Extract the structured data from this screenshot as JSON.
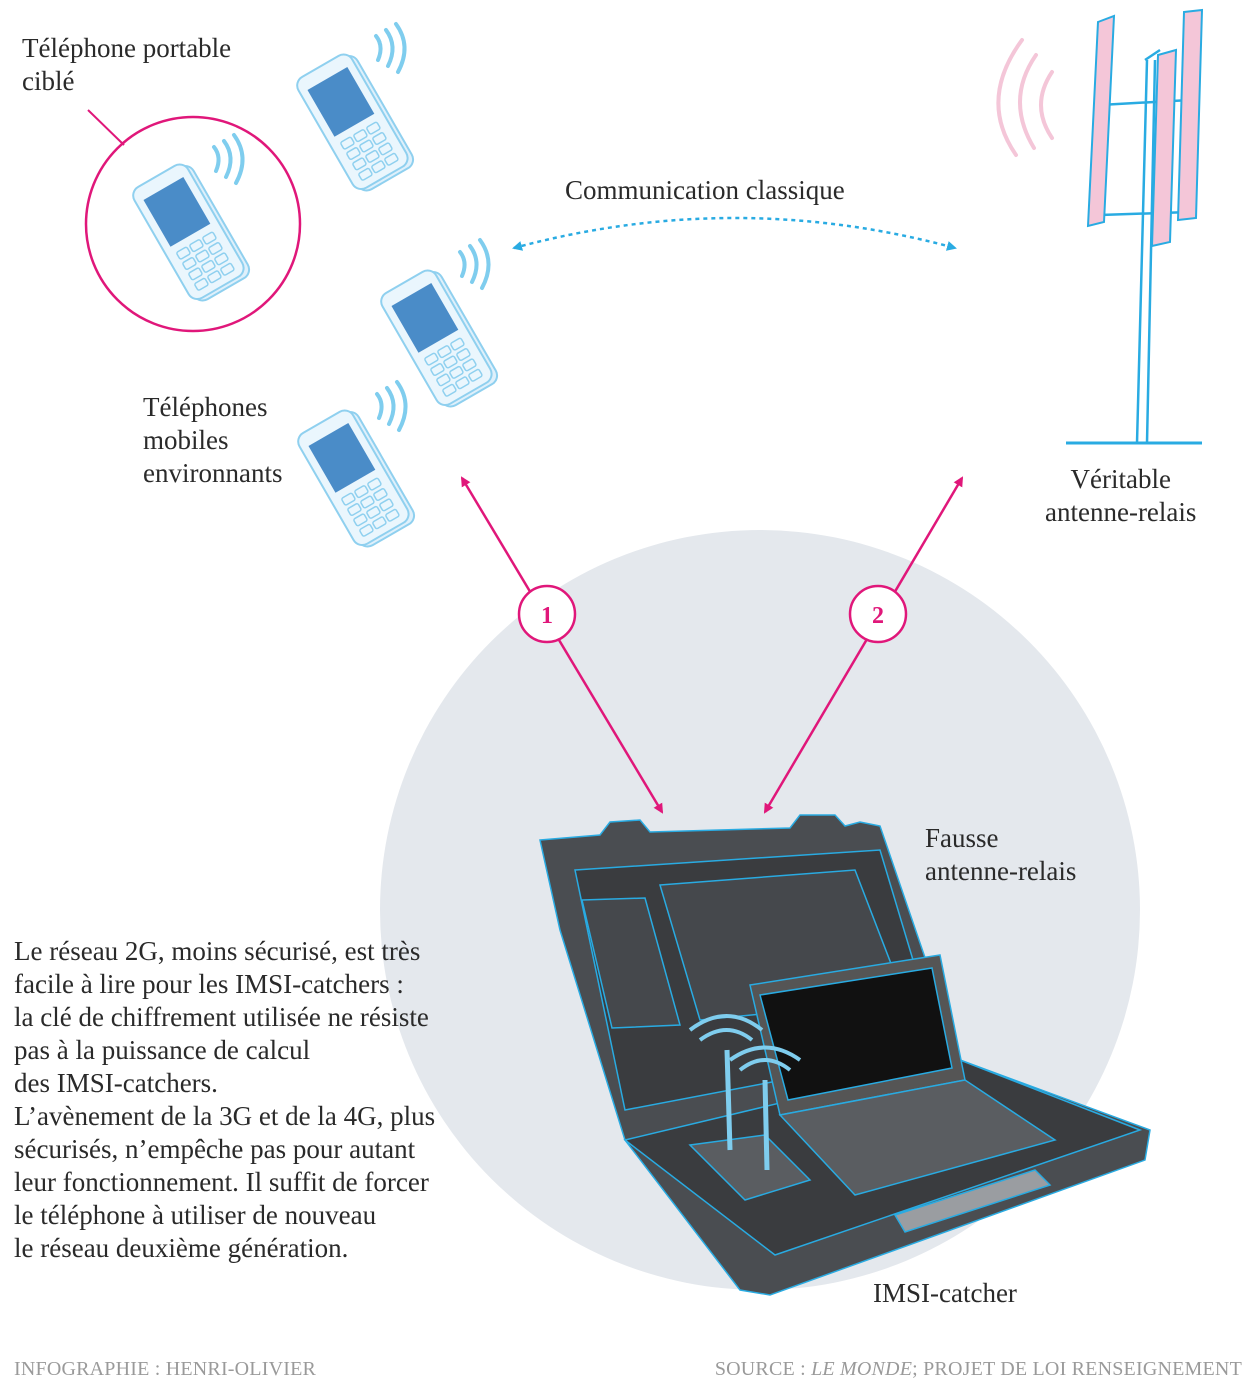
{
  "labels": {
    "targeted_phone": "Téléphone portable\nciblé",
    "nearby_phones": "Téléphones\nmobiles\nenvironnants",
    "classic_communication": "Communication classique",
    "real_tower": "Véritable\nantenne-relais",
    "fake_tower": "Fausse\nantenne-relais",
    "imsi_catcher": "IMSI-catcher"
  },
  "steps": [
    "1",
    "2"
  ],
  "explanation": "Le réseau 2G, moins sécurisé, est très\nfacile à lire pour les IMSI-catchers :\nla clé de chiffrement utilisée ne résiste\npas à la puissance de calcul\ndes IMSI-catchers.\nL’avènement de la 3G et de la 4G, plus\nsécurisés, n’empêche pas pour autant\nleur fonctionnement. Il suffit de forcer\nle téléphone à utiliser de nouveau\nle réseau deuxième génération.",
  "credits": {
    "left": "INFOGRAPHIE : HENRI-OLIVIER",
    "source_prefix": "SOURCE : ",
    "source_italic": "LE MONDE",
    "source_suffix": "; PROJET DE LOI RENSEIGNEMENT"
  },
  "colors": {
    "accent": "#e0177a",
    "phone_blue": "#4a8cc8",
    "line_blue": "#29abe2",
    "panel_pink": "#f4c6d8",
    "circle_bg": "#e4e8ed",
    "case_dark": "#4a4d51"
  }
}
